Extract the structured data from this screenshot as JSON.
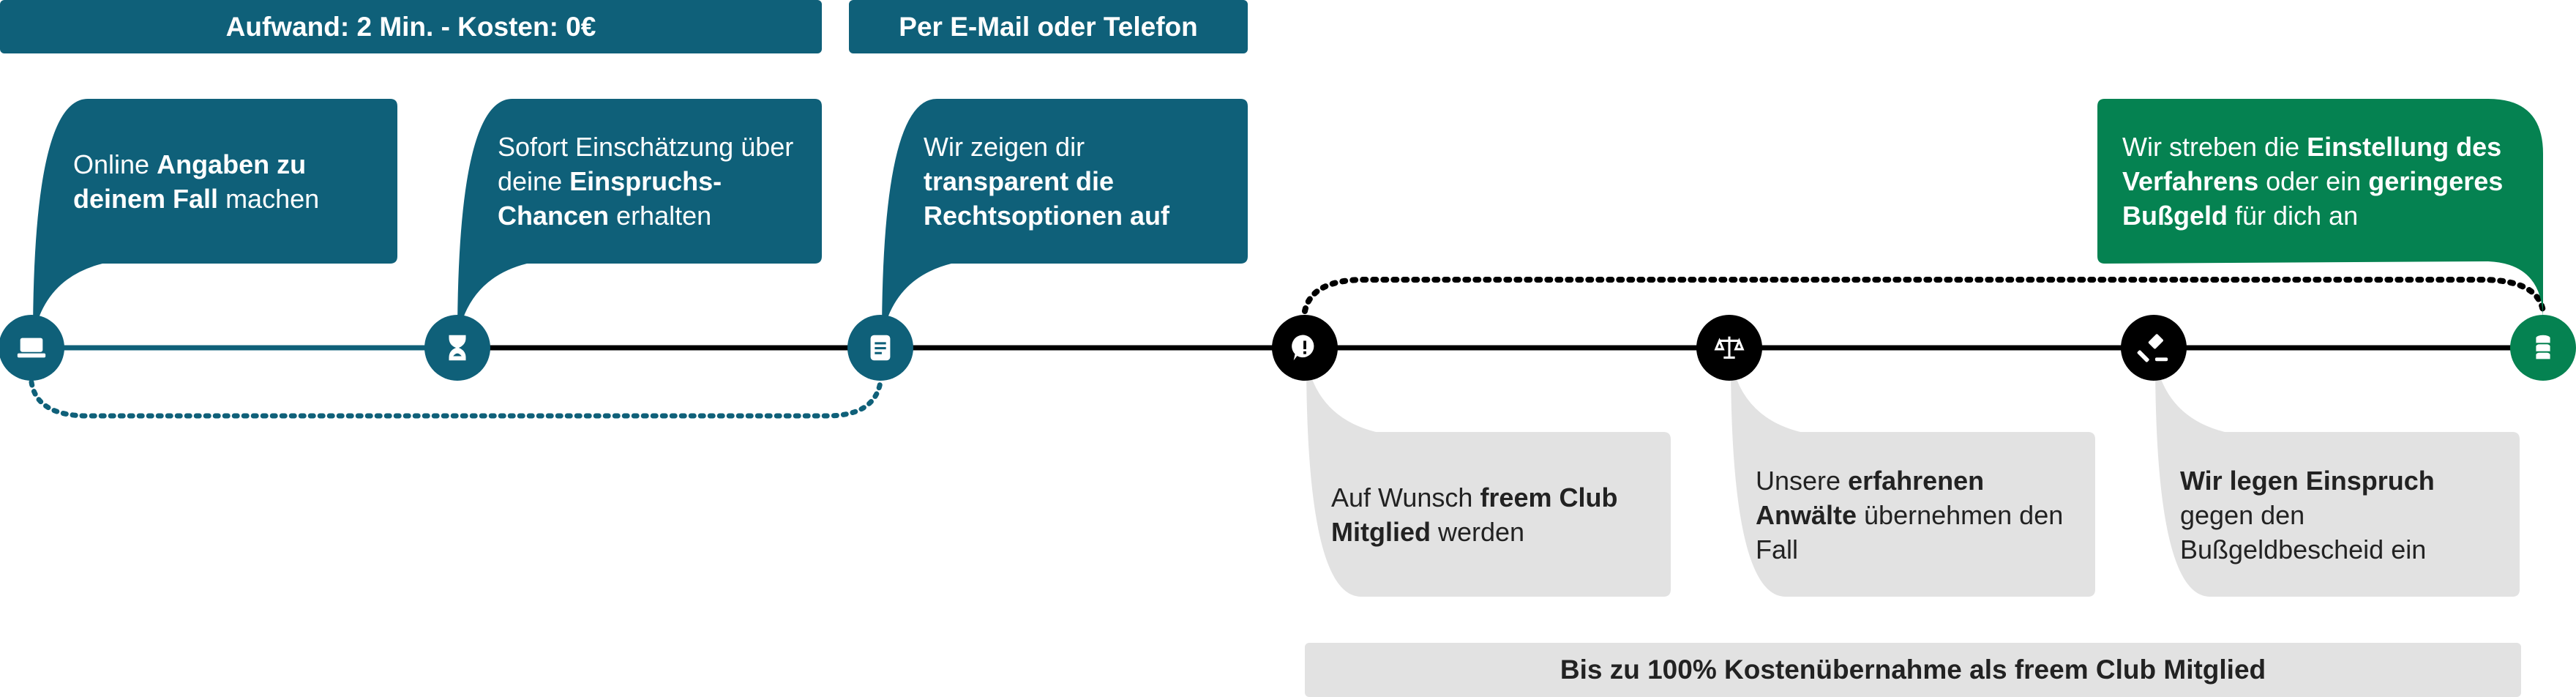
{
  "header": {
    "effort_label": "Aufwand: 2 Min. - Kosten: 0€",
    "contact_label": "Per E-Mail oder Telefon"
  },
  "steps_top": [
    {
      "pre": "Online ",
      "bold": "Angaben zu deinem Fall",
      "post": " machen"
    },
    {
      "pre": "Sofort Einschätzung über deine ",
      "bold": "Einspruchs-Chancen",
      "post": " erhalten"
    },
    {
      "pre": "Wir zeigen dir ",
      "bold": "transparent die Rechtsoptionen auf",
      "post": ""
    }
  ],
  "steps_bottom": [
    {
      "pre": "Auf Wunsch ",
      "bold": "freem Club Mitglied",
      "post": " werden"
    },
    {
      "pre": "Unsere ",
      "bold": "erfahrenen Anwälte",
      "post": " übernehmen den Fall"
    },
    {
      "pre": "",
      "bold": "Wir legen Einspruch",
      "post": " gegen den Bußgeldbescheid ein"
    }
  ],
  "final_step": {
    "pre": "Wir streben die ",
    "bold1": "Einstellung des Verfahrens",
    "mid": " oder ein ",
    "bold2": "geringeres Bußgeld",
    "post": " für dich an"
  },
  "footer": {
    "coverage_label": "Bis zu 100% Kostenübernahme als freem Club Mitglied"
  },
  "icons": [
    "laptop-icon",
    "hourglass-icon",
    "document-icon",
    "alert-icon",
    "scales-icon",
    "gavel-icon",
    "coins-icon"
  ],
  "colors": {
    "teal": "#0f6079",
    "green": "#058251",
    "black": "#000000",
    "gray": "#e2e2e2"
  }
}
